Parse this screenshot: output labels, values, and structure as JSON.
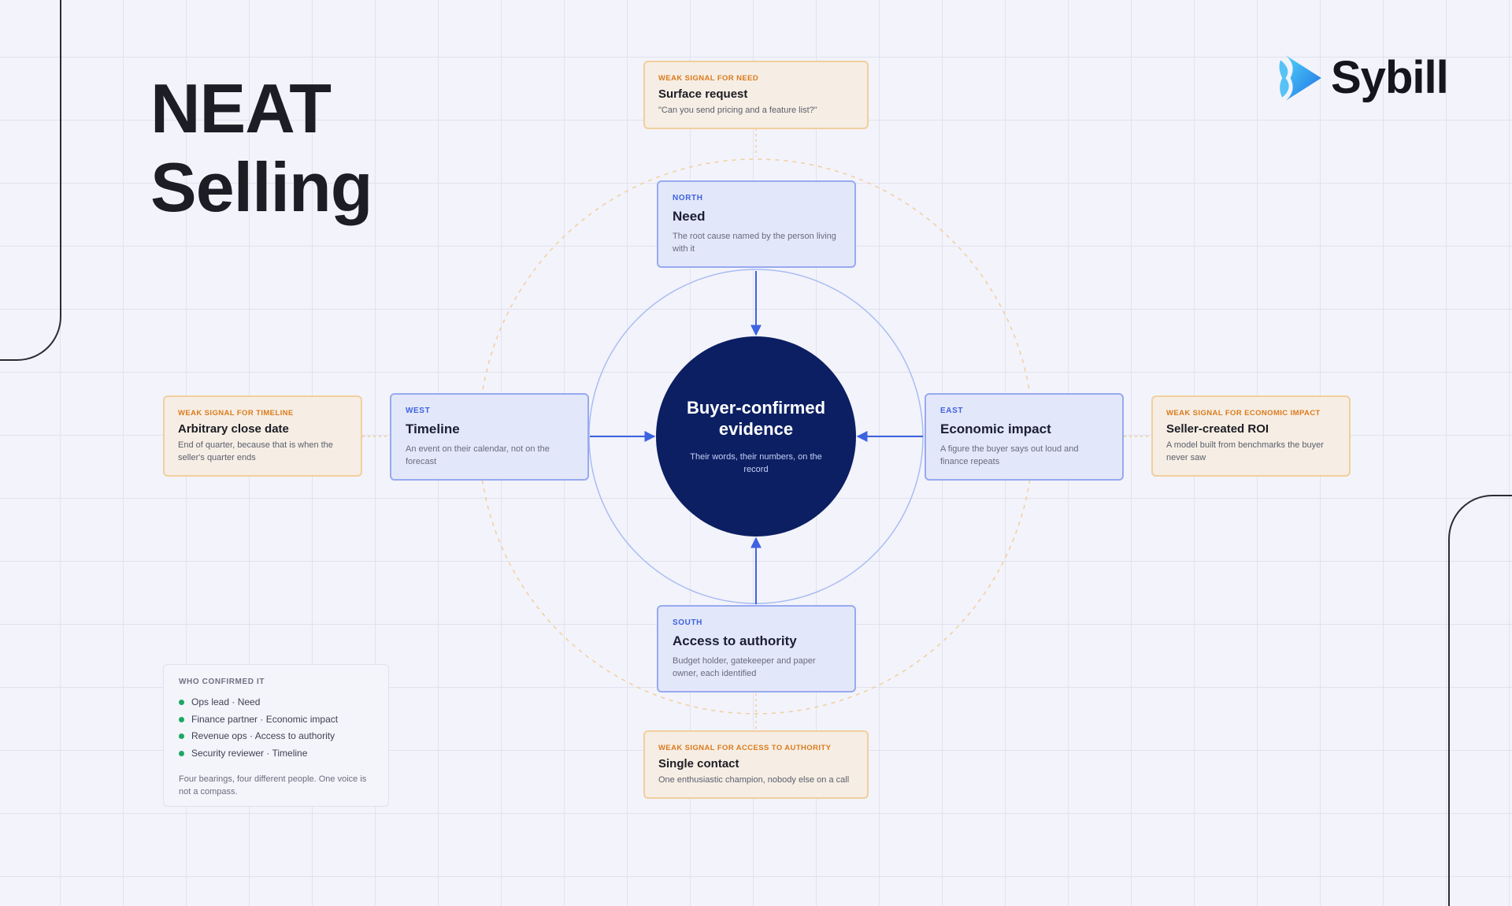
{
  "title": {
    "line1": "NEAT",
    "line2": "Selling"
  },
  "brand": {
    "name": "Sybill",
    "icon": "sybill-logo-icon",
    "accent": "#2fa0ee"
  },
  "colors": {
    "node_fill": "#e3e7fa",
    "node_border": "#97aaf0",
    "node_eyebrow": "#3d63e0",
    "signal_fill": "#f6eee4",
    "signal_border": "#f1cf9e",
    "signal_eyebrow": "#db7a1d",
    "center_fill": "#0c1f63",
    "arrow": "#3d63e0",
    "dot": "#1aa864"
  },
  "center": {
    "title": "Buyer-confirmed evidence",
    "subtitle": "Their words, their numbers, on the record"
  },
  "nodes": {
    "north": {
      "eyebrow": "NORTH",
      "title": "Need",
      "description": "The root cause named by the person living with it"
    },
    "west": {
      "eyebrow": "WEST",
      "title": "Timeline",
      "description": "An event on their calendar, not on the forecast"
    },
    "east": {
      "eyebrow": "EAST",
      "title": "Economic impact",
      "description": "A figure the buyer says out loud and finance repeats"
    },
    "south": {
      "eyebrow": "SOUTH",
      "title": "Access to authority",
      "description": "Budget holder, gatekeeper and paper owner, each identified"
    }
  },
  "signals": {
    "need": {
      "eyebrow": "WEAK SIGNAL FOR NEED",
      "title": "Surface request",
      "description": "\"Can you send pricing and a feature list?\""
    },
    "timeline": {
      "eyebrow": "WEAK SIGNAL FOR TIMELINE",
      "title": "Arbitrary close date",
      "description": "End of quarter, because that is when the seller's quarter ends"
    },
    "economic": {
      "eyebrow": "WEAK SIGNAL FOR ECONOMIC IMPACT",
      "title": "Seller-created ROI",
      "description": "A model built from benchmarks the buyer never saw"
    },
    "authority": {
      "eyebrow": "WEAK SIGNAL FOR ACCESS TO AUTHORITY",
      "title": "Single contact",
      "description": "One enthusiastic champion, nobody else on a call"
    }
  },
  "confirmed": {
    "heading": "WHO CONFIRMED IT",
    "items": [
      "Ops lead · Need",
      "Finance partner · Economic impact",
      "Revenue ops · Access to authority",
      "Security reviewer · Timeline"
    ],
    "footnote": "Four bearings, four different people. One voice is not a compass."
  }
}
